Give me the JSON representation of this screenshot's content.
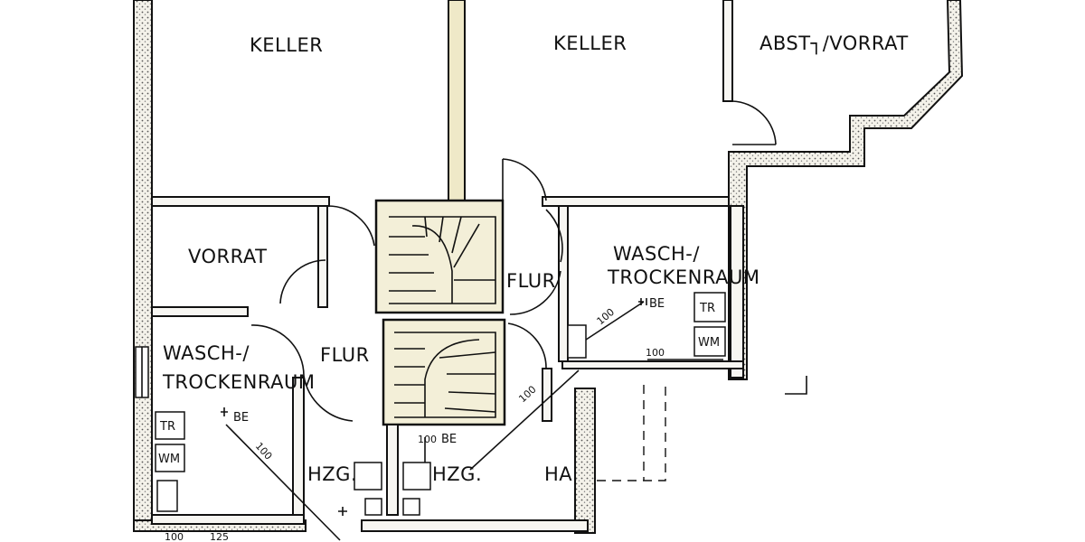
{
  "rooms": {
    "keller_left": "KELLER",
    "keller_right": "KELLER",
    "abstell_vorrat": "ABST┐/VORRAT",
    "vorrat": "VORRAT",
    "flur_upper": "FLUR",
    "flur_lower": "FLUR",
    "wasch_right_line1": "WASCH-/",
    "wasch_right_line2": "TROCKENRAUM",
    "wasch_left_line1": "WASCH-/",
    "wasch_left_line2": "TROCKENRAUM",
    "hzg_left": "HZG.",
    "hzg_right": "HZG.",
    "ha": "HA."
  },
  "appliances": {
    "tr_right": "TR",
    "wm_right": "WM",
    "tr_left": "TR",
    "wm_left": "WM"
  },
  "pipes": {
    "be_right": "BE",
    "be_left": "BE",
    "be_center": "BE",
    "dim_100_a": "100",
    "dim_100_b": "100",
    "dim_100_c": "100",
    "dim_100_d": "100",
    "dim_100_e": "100",
    "dim_125": "125",
    "dim_100_bottom": "100"
  },
  "colors": {
    "ink": "#111111",
    "wall_fill": "#f7f6f2",
    "stair_tint": "#efe9c8"
  }
}
